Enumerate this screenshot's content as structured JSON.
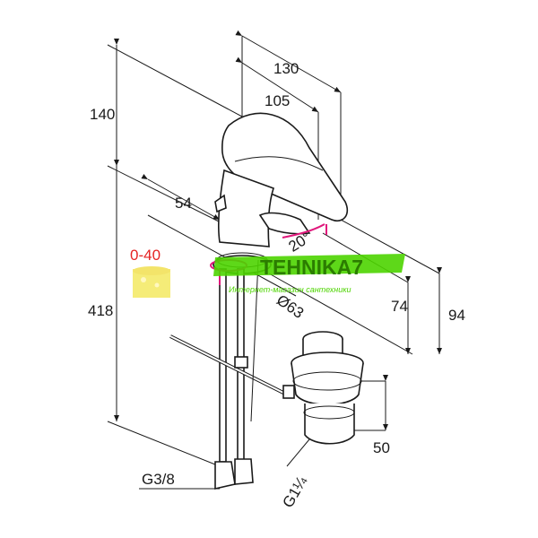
{
  "dimensions": {
    "d130": "130",
    "d105": "105",
    "d140": "140",
    "d54": "54",
    "d20deg": "20°",
    "d63": "Ø63",
    "d74": "74",
    "d94": "94",
    "d418": "418",
    "d50": "50",
    "g38": "G3/8",
    "g114": "G1¼"
  },
  "overlay": {
    "temp_range": "0-40",
    "brand": "TEHNIKA7",
    "tagline": "Интернет-магазин сантехники"
  },
  "colors": {
    "magenta": "#e0187c",
    "lime": "#4dd400",
    "yellow": "#f5ec78",
    "temp_red": "#e52323"
  }
}
